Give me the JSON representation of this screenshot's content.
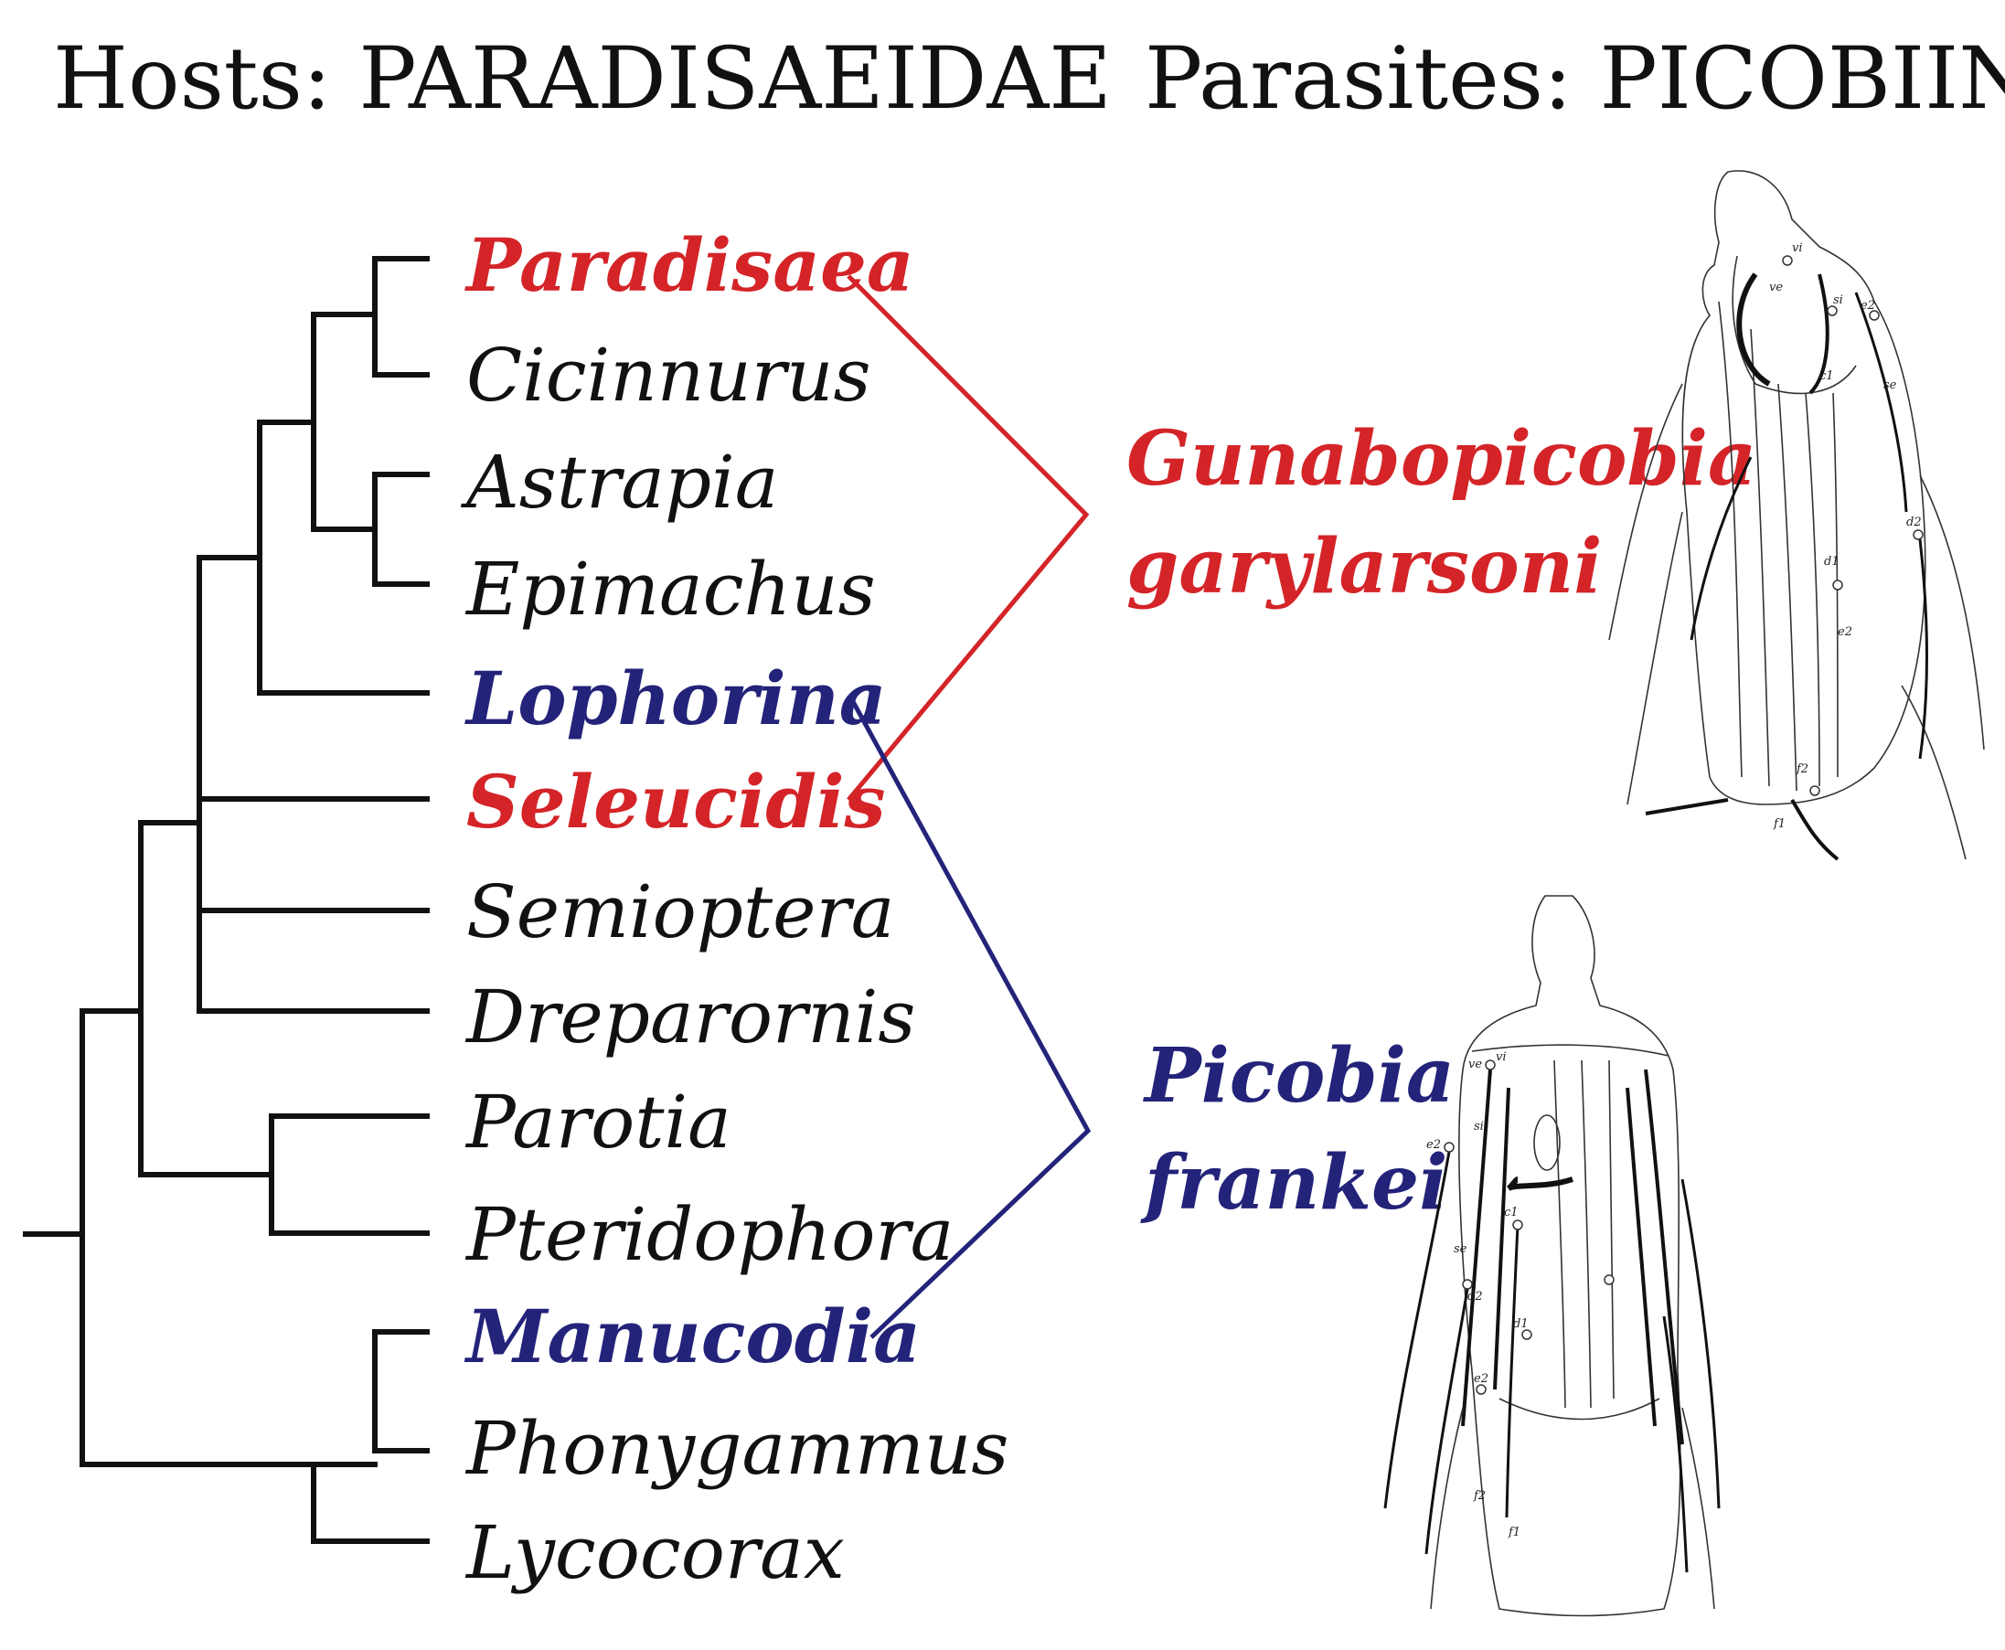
{
  "headers": {
    "hosts": "Hosts: PARADISAEIDAE",
    "parasites": "Parasites: PICOBIINAE"
  },
  "colors": {
    "red": "#d42428",
    "blue": "#23237a",
    "black": "#111111"
  },
  "taxa": [
    {
      "name": "Paradisaea",
      "color": "red"
    },
    {
      "name": "Cicinnurus",
      "color": "black"
    },
    {
      "name": "Astrapia",
      "color": "black"
    },
    {
      "name": "Epimachus",
      "color": "black"
    },
    {
      "name": "Lophorina",
      "color": "blue"
    },
    {
      "name": "Seleucidis",
      "color": "red"
    },
    {
      "name": "Semioptera",
      "color": "black"
    },
    {
      "name": "Dreparornis",
      "color": "black"
    },
    {
      "name": "Parotia",
      "color": "black"
    },
    {
      "name": "Pteridophora",
      "color": "black"
    },
    {
      "name": "Manucodia",
      "color": "blue"
    },
    {
      "name": "Phonygammus",
      "color": "black"
    },
    {
      "name": "Lycocorax",
      "color": "black"
    }
  ],
  "parasites": [
    {
      "line1": "Gunabopicobia",
      "line2": "garylarsoni",
      "color": "red",
      "hosts": [
        "Paradisaea",
        "Seleucidis"
      ]
    },
    {
      "line1": "Picobia",
      "line2": "frankei",
      "color": "blue",
      "hosts": [
        "Lophorina",
        "Manucodia"
      ]
    }
  ],
  "mite1_labels": [
    "vi",
    "ve",
    "si",
    "e2",
    "c1",
    "se",
    "d2",
    "d1",
    "e2",
    "f2",
    "f1"
  ],
  "mite2_labels": [
    "ve",
    "vi",
    "si",
    "e2",
    "se",
    "c1",
    "d2",
    "d1",
    "e2",
    "f2",
    "f1"
  ]
}
